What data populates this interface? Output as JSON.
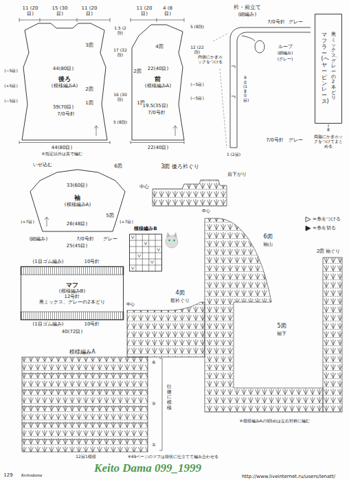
{
  "diagram": {
    "nodes": [
      {
        "text": [
          "後ろ",
          "(模様編みA)"
        ]
      },
      {
        "text": [
          "前",
          "(模様編みA)"
        ]
      },
      {
        "text": [
          "マフラー (ヘヤーピンレース)",
          "黒ミックス、グレーの2本どり"
        ]
      },
      {
        "text": [
          "袖",
          "(模様編みA)"
        ]
      },
      {
        "text": [
          "模様編みB"
        ]
      },
      {
        "text": [
          "マフ",
          "(模様編みB)",
          "12号針",
          "黒ミックス、グレーの2本どり"
        ]
      }
    ],
    "labels": [
      "11 (20目)",
      "15 (30目)",
      "11 (20目)",
      "3図",
      "44(80目)",
      "2図",
      "1図",
      "39(70目)",
      "7/0号針",
      "(−5目)",
      "(+5目)",
      "(−5目)",
      "1.5 (2段)",
      "17 (32段)",
      "16 (30段)",
      "5 (8段)",
      "11 (20目)",
      "4 (8目)",
      "4図",
      "22(40目)",
      "2図",
      "1図",
      "19.5(35目)",
      "7/0号針",
      "(−5目)",
      "(−5目)",
      "12 (22段)",
      "5 (8段)",
      "44(80目)",
      "※指定以外は黒で編む",
      "22(40目)",
      "いせ込む",
      "6図",
      "33(60目)",
      "(+7目)",
      "(+7目)",
      "5図",
      "26(48目)",
      "(細編み)",
      "7/0号針",
      "グレー",
      "25(45目)",
      "(1目ゴム編み)",
      "10号針",
      "(1目ゴム編み)",
      "10号針",
      "40(72目)",
      "模様編みA",
      "⑥",
      "⑤",
      "①",
      "往復に模様",
      "12目1模様",
      "※49ページのマフは袋状に仕立てて編み合わせる",
      "129",
      "Keitodama",
      "Keito Dama 099_1999",
      "http://www.liveinternet.ru/users/lenatt/",
      "衿・前立て",
      "(細編み)",
      "7/0号針",
      "グレー",
      "内側にかぎホックをつける",
      "ループ",
      "(鎖編み)",
      "(グレー)",
      "7/0号針",
      "グレー",
      "90 (180目)",
      "1 (2目)",
      "8",
      "両脇にかぎホックをつけてまとめる",
      "3図 後ろ衿ぐり",
      "肩下がり",
      "中心",
      "中心",
      "6図",
      "袖山",
      "2図 袖ぐり",
      "4図",
      "前衿ぐり",
      "中心",
      "5図",
      "袖下",
      "※模様編みAの5段めは左右対称に編む"
    ],
    "legend": [
      {
        "text": "=糸をつける"
      },
      {
        "text": "=糸を切る"
      }
    ]
  }
}
